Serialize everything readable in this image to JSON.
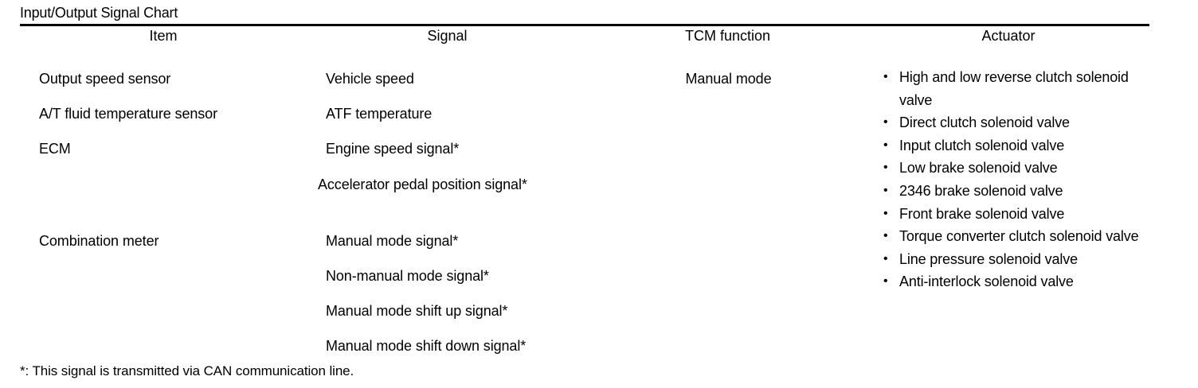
{
  "document": {
    "title": "Input/Output Signal Chart",
    "footnote": "*: This signal is transmitted via CAN communication line."
  },
  "table": {
    "headers": {
      "item": "Item",
      "signal": "Signal",
      "tcm_function": "TCM function",
      "actuator": "Actuator"
    },
    "items": {
      "output_speed_sensor": "Output speed sensor",
      "at_fluid_temperature_sensor": "A/T fluid temperature sensor",
      "ecm": "ECM",
      "combination_meter": "Combination meter"
    },
    "signals": {
      "vehicle_speed": "Vehicle speed",
      "atf_temperature": "ATF temperature",
      "engine_speed_signal": "Engine speed signal*",
      "accelerator_pedal_position_signal": "Accelerator pedal position signal*",
      "manual_mode_signal": "Manual mode signal*",
      "non_manual_mode_signal": "Non-manual mode signal*",
      "manual_mode_shift_up_signal": "Manual mode shift up signal*",
      "manual_mode_shift_down_signal": "Manual mode shift down signal*"
    },
    "tcm_function": {
      "manual_mode": "Manual mode"
    },
    "actuators": [
      "High and low reverse clutch solenoid valve",
      "Direct clutch solenoid valve",
      "Input clutch solenoid valve",
      "Low brake solenoid valve",
      "2346 brake solenoid valve",
      "Front brake solenoid valve",
      "Torque converter clutch solenoid valve",
      "Line pressure solenoid valve",
      "Anti-interlock solenoid valve"
    ],
    "bullet_glyph": "•"
  },
  "colors": {
    "ink": "#000000",
    "paper": "#ffffff"
  }
}
